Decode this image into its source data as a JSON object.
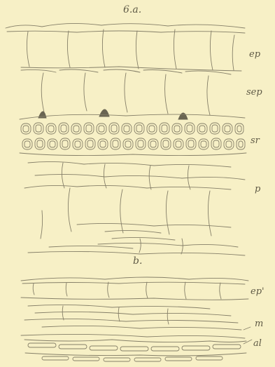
{
  "figure": {
    "title_a": "6.a.",
    "title_b": "b.",
    "labels_a": {
      "ep": "ep",
      "sep": "sep",
      "sr": "sr",
      "p": "p"
    },
    "labels_b": {
      "ep_prime": "ep'",
      "m": "m",
      "al": "al"
    }
  },
  "colors": {
    "paper": "#f7f0c6",
    "ink": "#7d7864",
    "dark_fill": "#6f6a58"
  }
}
